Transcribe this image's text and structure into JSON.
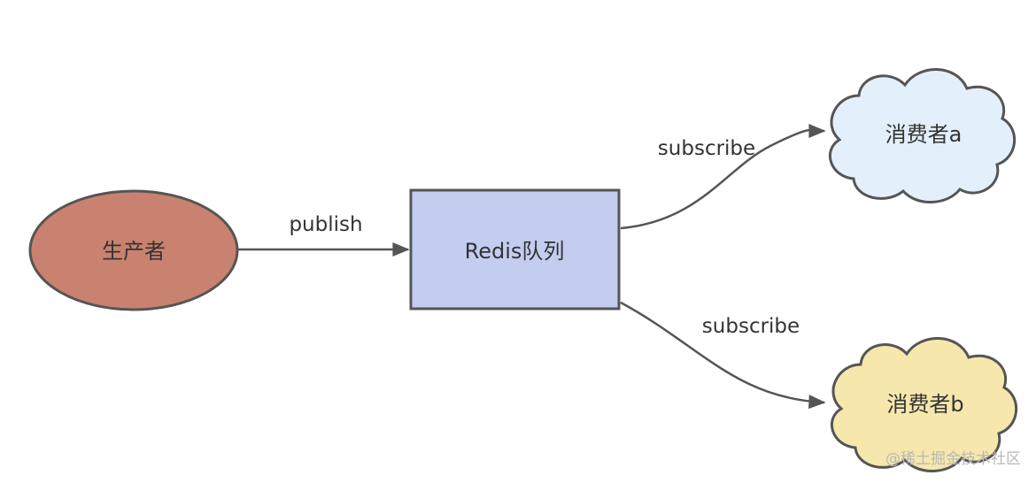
{
  "nodes": {
    "producer": {
      "label": "生产者",
      "fill": "#c9826f"
    },
    "queue": {
      "label": "Redis队列",
      "fill": "#c3cdf0"
    },
    "consumer_a": {
      "label": "消费者a",
      "fill": "#e3f0fb"
    },
    "consumer_b": {
      "label": "消费者b",
      "fill": "#f6e7ad"
    }
  },
  "edges": {
    "publish": {
      "label": "publish"
    },
    "subscribe_a": {
      "label": "subscribe"
    },
    "subscribe_b": {
      "label": "subscribe"
    }
  },
  "watermark": "@稀土掘金技术社区",
  "colors": {
    "stroke": "#555555",
    "edge": "#555555",
    "text": "#333333"
  }
}
